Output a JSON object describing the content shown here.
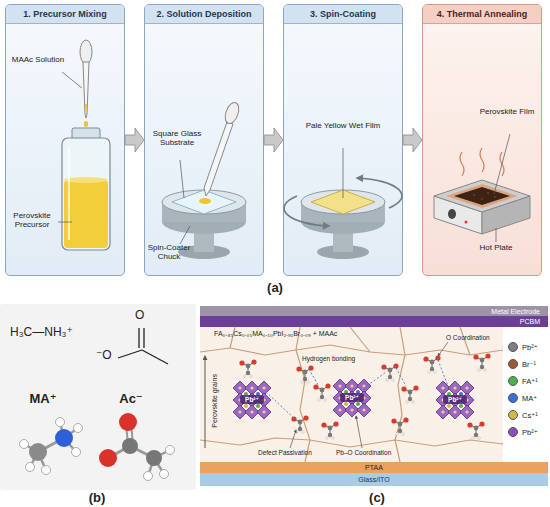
{
  "diagram": {
    "nodes": [
      {
        "text": [
          "1. Precursor Mixing"
        ]
      },
      {
        "text": [
          "2. Solution Deposition"
        ]
      },
      {
        "text": [
          "3. Spin-Coating"
        ]
      },
      {
        "text": [
          "4. Thermal Annealing"
        ]
      },
      {
        "text": [
          "Metal Electrode"
        ]
      },
      {
        "text": [
          "PCBM"
        ]
      },
      {
        "text": [
          "PTAA"
        ]
      },
      {
        "text": [
          "Glass/ITO"
        ]
      }
    ],
    "edges": [
      {
        "from": 0,
        "to": 1,
        "arrow": "to"
      },
      {
        "from": 1,
        "to": 2,
        "arrow": "to"
      },
      {
        "from": 2,
        "to": 3,
        "arrow": "to"
      }
    ],
    "labels": [
      "MAAc Solution",
      "Perovskite Precursor",
      "Square Glass Substrate",
      "Spin-Coater Chuck",
      "Pale Yellow Wet Film",
      "Perovskite Film",
      "Hot Plate",
      "(a)",
      "H₃C—NH₃⁺",
      "O",
      "⁻O",
      "MA⁺",
      "Ac⁻",
      "(b)",
      "FA₀.₈₅Cs₀.₀₅MA₀.₁₀PbI₂.₉₁Br₀.₀₉ + MAAc",
      "Perovskite grains",
      "Hydrogen bonding",
      "O Coordination",
      "Pb²⁺",
      "Pb²⁺",
      "Pb²⁺",
      "Defect Passivation",
      "Pb–O Coordination",
      "(c)"
    ],
    "legend": [
      {
        "text": "Pb²⁺",
        "color": "#7f7f7f"
      },
      {
        "text": "Br⁻¹",
        "color": "#9a5a32"
      },
      {
        "text": "FA⁺¹",
        "color": "#4caf50"
      },
      {
        "text": "MA⁺",
        "color": "#3a6fd6"
      },
      {
        "text": "Cs⁺¹",
        "color": "#d2b84a"
      },
      {
        "text": "Pb²⁺",
        "color": "#8a4fb8"
      }
    ]
  }
}
